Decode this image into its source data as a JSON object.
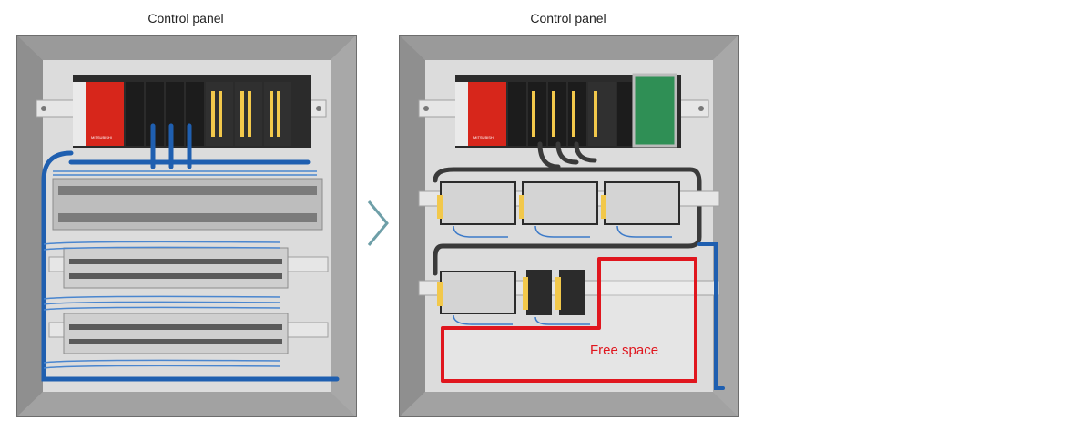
{
  "left_panel": {
    "title": "Control panel",
    "plc_label": "MITSUBISHI"
  },
  "right_panel": {
    "title": "Control panel",
    "plc_label": "MITSUBISHI",
    "free_space_label": "Free space"
  },
  "transition": {
    "icon": "chevron-right-icon"
  },
  "colors": {
    "cabinet_frame": "#7a7a7a",
    "cabinet_inner": "#d9d9d9",
    "cable_blue": "#1f5fb0",
    "cable_dark": "#3a3a3a",
    "free_space_outline": "#e0161e",
    "plc_red": "#d7261b",
    "chevron": "#6e9fa8"
  }
}
